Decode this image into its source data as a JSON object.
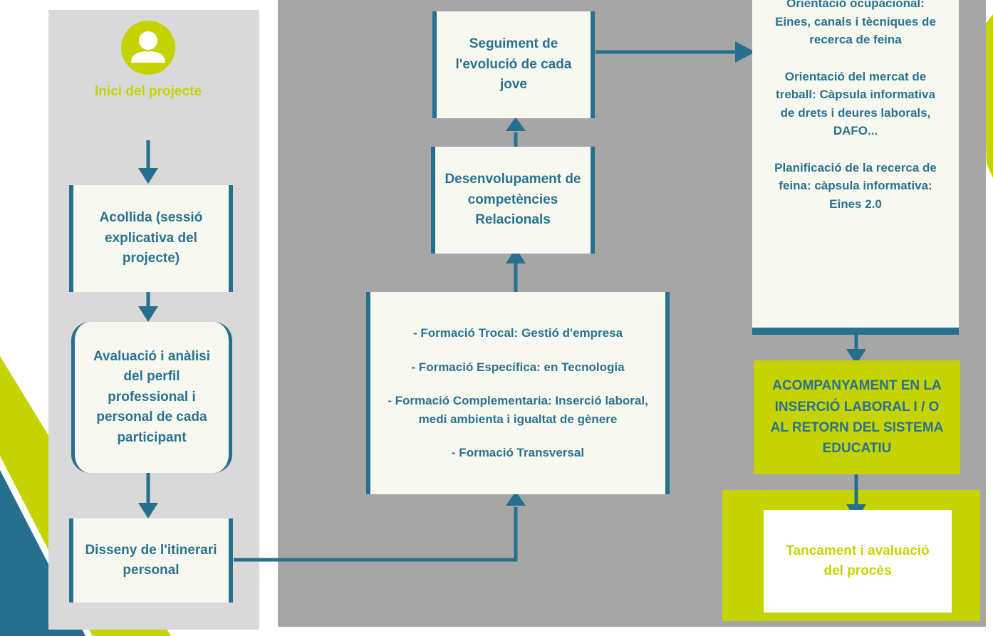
{
  "colors": {
    "accent_green": "#c5d400",
    "teal": "#26708e",
    "panel_light": "#d9d9d9",
    "panel_dark": "#a6a6a6",
    "box_fill": "#f7f9f0",
    "text_blue": "#2a7290"
  },
  "start": {
    "icon": "user-icon",
    "label": "Inici del projecte"
  },
  "left_column": {
    "acollida": "Acollida (sessió explicativa del projecte)",
    "avaluacio": "Avaluació i anàlisi del perfil professional i personal de cada participant",
    "disseny": "Disseny de l'itinerari personal"
  },
  "middle_column": {
    "formacio_items": [
      "- Formació Trocal: Gestió d'empresa",
      "- Formació Específica: en Tecnologia",
      "- Formació  Complementaria: Inserció laboral, medi ambienta i igualtat de gènere",
      "- Formació Transversal"
    ],
    "desenvolupament": "Desenvolupament de competències Relacionals",
    "seguiment": "Seguiment de l'evolució de cada jove"
  },
  "right_column": {
    "orientacio_blocks": [
      "Orientació ocupacional: Eines, canals i tècniques de recerca de feina",
      "Orientació del mercat de treball: Càpsula informativa de drets i deures laborals, DAFO...",
      "Planificació de la recerca de feina: càpsula informativa: Eines 2.0"
    ],
    "acompanyament": "ACOMPANYAMENT EN LA INSERCIÓ LABORAL I / O AL RETORN DEL SISTEMA EDUCATIU",
    "tancament": "Tancament i avaluació del  procès"
  }
}
